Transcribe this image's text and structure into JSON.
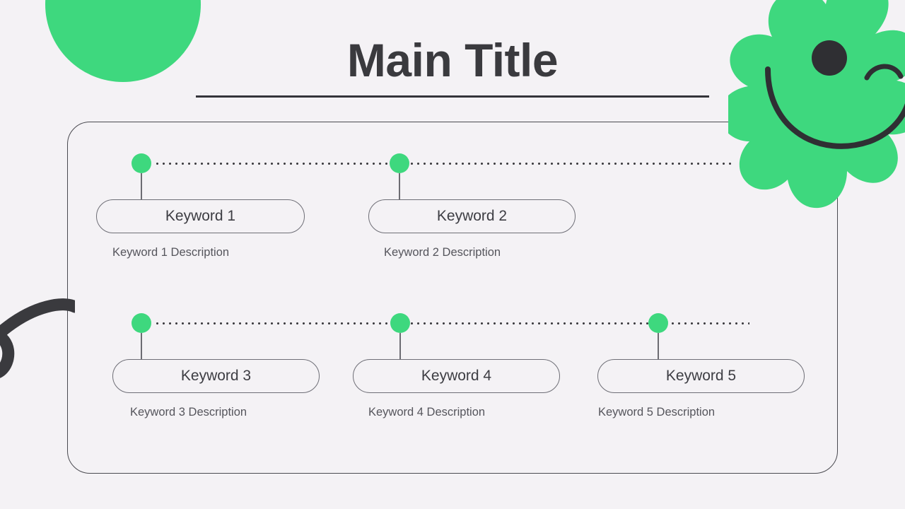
{
  "slide": {
    "background_color": "#f4f2f5",
    "title": "Main Title",
    "accent_color": "#3ed87e",
    "ink_color": "#3a3a3e"
  },
  "decorations": [
    {
      "name": "circle-top-left",
      "color": "#3ed87e"
    },
    {
      "name": "flower-smiley-top-right",
      "color": "#3ed87e",
      "face_color": "#2f2f33"
    },
    {
      "name": "squiggle-loop-left",
      "color": "#3a3a3e"
    }
  ],
  "rows": [
    {
      "name": "row-1",
      "items": [
        {
          "label": "Keyword 1",
          "description": "Keyword 1 Description"
        },
        {
          "label": "Keyword 2",
          "description": "Keyword 2 Description"
        }
      ]
    },
    {
      "name": "row-2",
      "items": [
        {
          "label": "Keyword 3",
          "description": "Keyword 3 Description"
        },
        {
          "label": "Keyword 4",
          "description": "Keyword 4 Description"
        },
        {
          "label": "Keyword 5",
          "description": "Keyword 5 Description"
        }
      ]
    }
  ]
}
